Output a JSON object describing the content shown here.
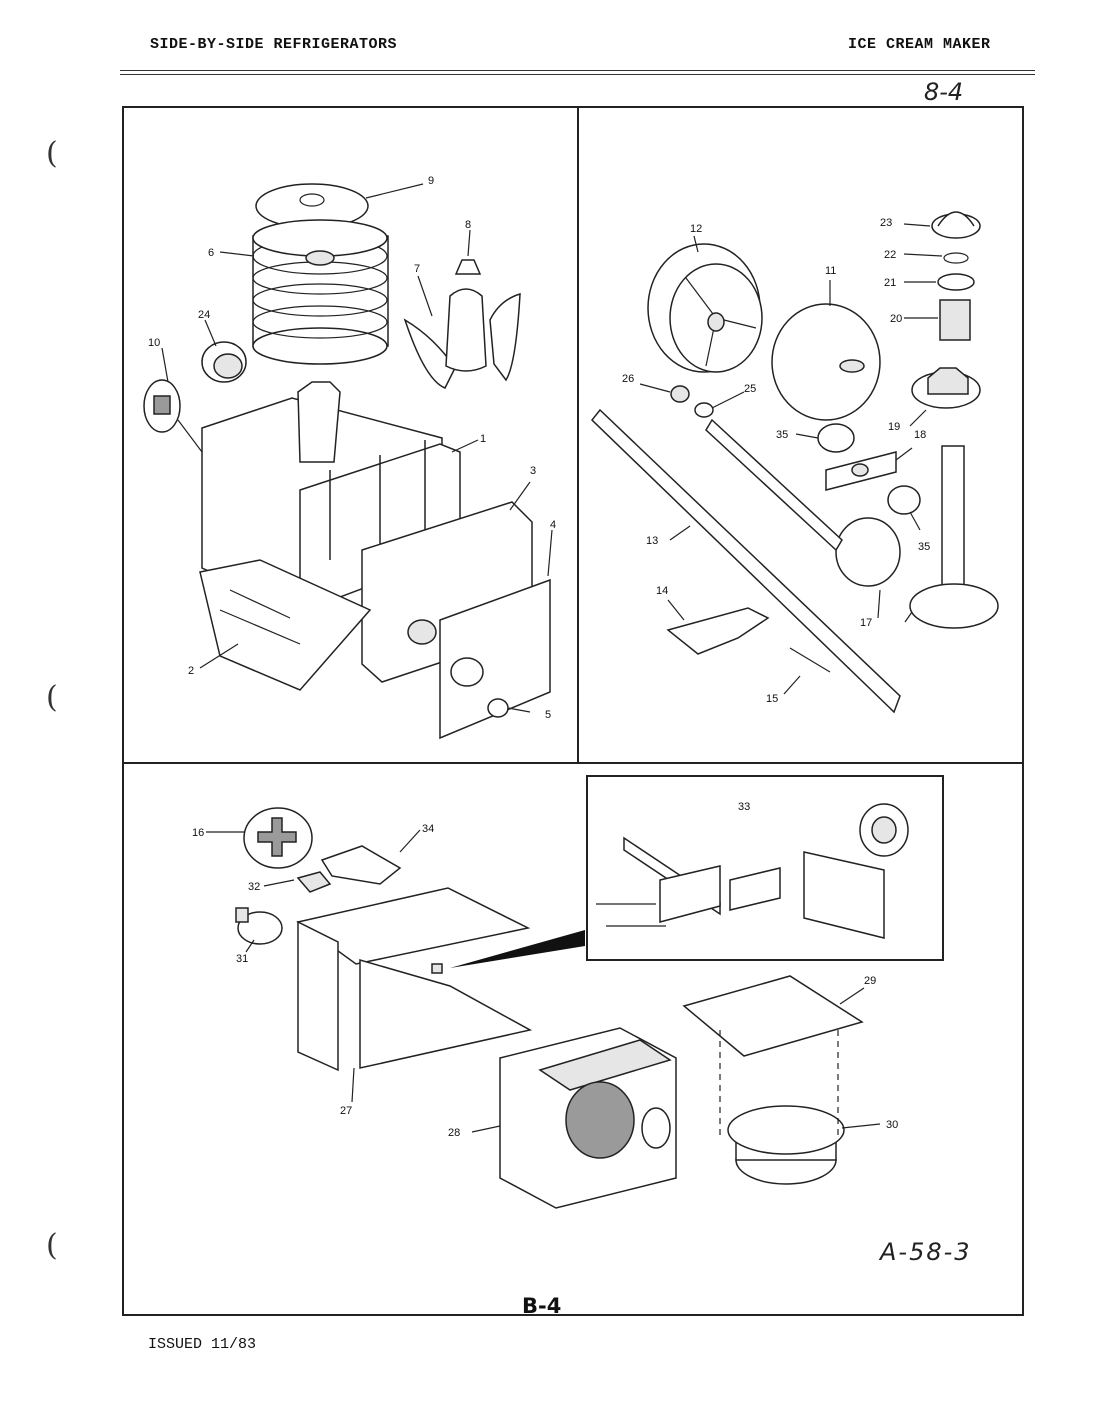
{
  "header": {
    "left_title": "SIDE-BY-SIDE REFRIGERATORS",
    "right_title": "ICE CREAM MAKER"
  },
  "handwritten": {
    "top_ref": "8-4",
    "bottom_ref": "A-58-3"
  },
  "page_code": "B-4",
  "footer": {
    "issued": "ISSUED 11/83"
  },
  "margin_marks": [
    "(",
    "(",
    "("
  ],
  "callouts": [
    "1",
    "2",
    "3",
    "4",
    "5",
    "6",
    "7",
    "8",
    "9",
    "10",
    "11",
    "12",
    "13",
    "14",
    "15",
    "16",
    "17",
    "18",
    "19",
    "20",
    "21",
    "22",
    "23",
    "24",
    "25",
    "26",
    "27",
    "28",
    "29",
    "30",
    "31",
    "32",
    "33",
    "34",
    "35",
    "35"
  ]
}
